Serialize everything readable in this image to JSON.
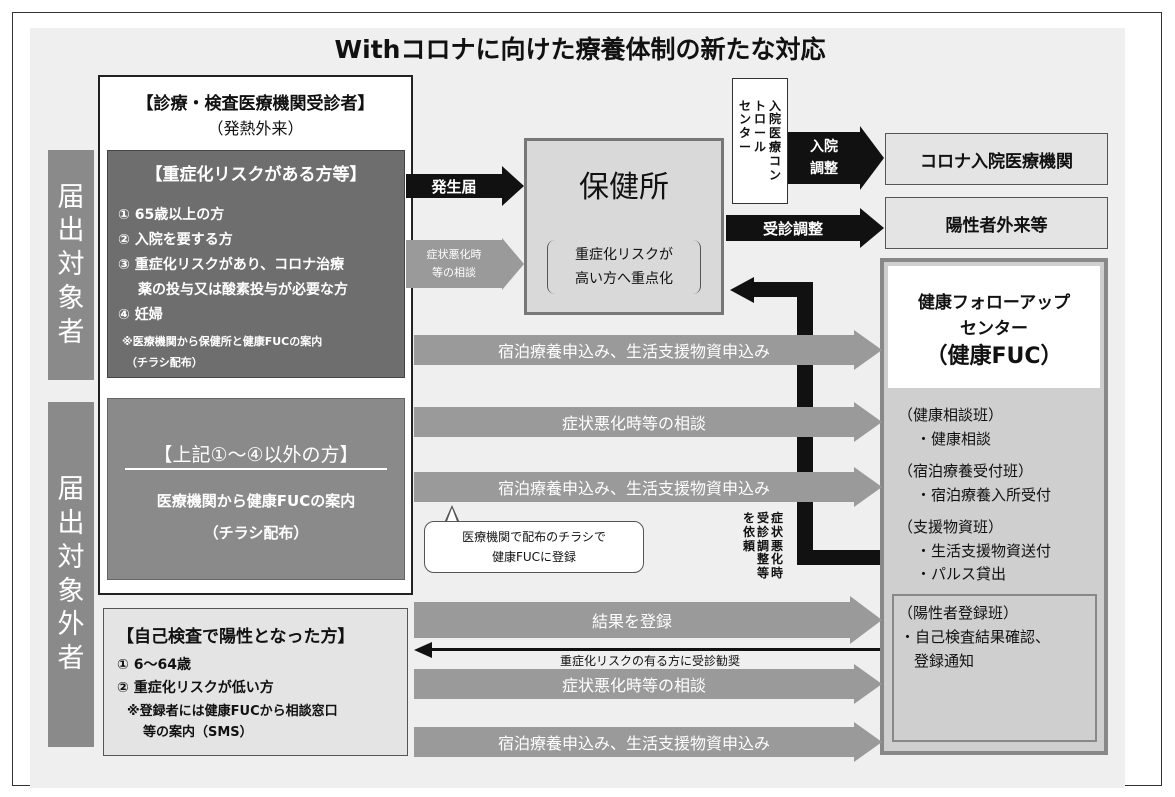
{
  "title": "Withコロナに向けた療養体制の新たな対応",
  "side_labels": {
    "targets": "届出対象者",
    "non_targets": "届出対象外者"
  },
  "clinic": {
    "title": "【診療・検査医療機関受診者】",
    "subtitle": "（発熱外来）"
  },
  "high_risk": {
    "title": "【重症化リスクがある方等】",
    "items": [
      "① 65歳以上の方",
      "② 入院を要する方",
      "③ 重症化リスクがあり、コロナ治療",
      "薬の投与又は酸素投与が必要な方",
      "④ 妊婦"
    ],
    "note_line1": "※医療機関から保健所と健康FUCの案内",
    "note_line2": "（チラシ配布）"
  },
  "others": {
    "title": "【上記①～④以外の方】",
    "line1": "医療機関から健康FUCの案内",
    "line2": "（チラシ配布）"
  },
  "health_center": {
    "title": "保健所",
    "note_line1": "重症化リスクが",
    "note_line2": "高い方へ重点化"
  },
  "control_center": "入院医療コントロールセンター",
  "hospital": "コロナ入院医療機関",
  "outpatient": "陽性者外来等",
  "fuc": {
    "title_line1": "健康フォローアップ",
    "title_line2": "センター",
    "title_line3": "（健康FUC）",
    "teams": [
      {
        "name": "（健康相談班）",
        "items": [
          "・健康相談"
        ]
      },
      {
        "name": "（宿泊療養受付班）",
        "items": [
          "・宿泊療養入所受付"
        ]
      },
      {
        "name": "（支援物資班）",
        "items": [
          "・生活支援物資送付",
          "・パルス貸出"
        ]
      }
    ],
    "register_team": {
      "name": "（陽性者登録班）",
      "items": [
        "・自己検査結果確認、",
        "登録通知"
      ]
    }
  },
  "self_test": {
    "title": "【自己検査で陽性となった方】",
    "items": [
      "① 6～64歳",
      "② 重症化リスクが低い方"
    ],
    "note_line1": "※登録者には健康FUCから相談窓口",
    "note_line2": "等の案内（SMS）"
  },
  "arrows": {
    "notification": "発生届",
    "consult_hc_line1": "症状悪化時",
    "consult_hc_line2": "等の相談",
    "admission_line1": "入院",
    "admission_line2": "調整",
    "visit_adjust": "受診調整",
    "accommodation_1": "宿泊療養申込み、生活支援物資申込み",
    "consult_2": "症状悪化時等の相談",
    "accommodation_2": "宿泊療養申込み、生活支援物資申込み",
    "callout_line1": "医療機関で配布のチラシで",
    "callout_line2": "健康FUCに登録",
    "request_col1": "症状悪化時",
    "request_col2": "受診調整等",
    "request_col3": "を依頼",
    "register": "結果を登録",
    "recommend": "重症化リスクの有る方に受診勧奨",
    "consult_3": "症状悪化時等の相談",
    "accommodation_3": "宿泊療養申込み、生活支援物資申込み"
  },
  "colors": {
    "dark_box": "#6e6e6e",
    "medium_box": "#8a8a8a",
    "arrow_grey": "#9a9a9a",
    "arrow_black": "#111111",
    "light_box": "#e4e4e4"
  }
}
